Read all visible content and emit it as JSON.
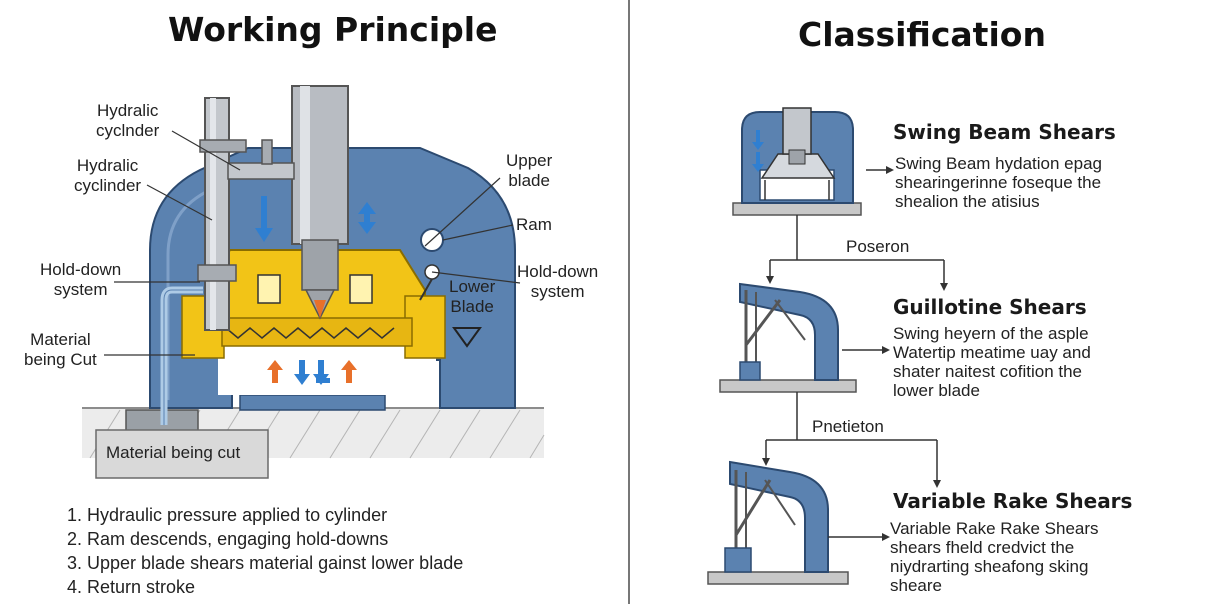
{
  "left": {
    "title": "Working Principle",
    "labels": {
      "cyl1": "Hydralic\ncyclnder",
      "cyl2": "Hydralic\ncyclinder",
      "holddown_left": "Hold-down\nsystem",
      "material_left": "Material\nbeing Cut",
      "upper_blade": "Upper\nblade",
      "ram": "Ram",
      "lower_blade": "Lower\nBlade",
      "holddown_right": "Hold-down\nsystem",
      "material_bottom": "Material being cut"
    },
    "steps": [
      "1. Hydraulic pressure applied to cylinder",
      "2. Ram descends, engaging hold-downs",
      "3. Upper blade shears material gainst lower blade",
      "4. Return stroke"
    ]
  },
  "right": {
    "title": "Classification",
    "sections": [
      {
        "name": "Swing Beam Shears",
        "desc": "Swing Beam hydation epag\nshearingerinne foseque the\nshealion the atisius"
      },
      {
        "name": "Guillotine Shears",
        "desc": "Swing heyern of the asple\nWatertip meatime uay and\nshater naitest cofition the\nlower blade"
      },
      {
        "name": "Variable Rake Shears",
        "desc": "Variable Rake Rake Shears\nshears fheld credvict the\nniydrarting sheafong sking\nsheare"
      }
    ],
    "branches": [
      "Poseron",
      "Pnetieton"
    ]
  },
  "colors": {
    "frame_blue": "#5b82b0",
    "yellow": "#f2c417",
    "steel": "#b8bcc2",
    "arrow_blue": "#2f7fd1",
    "arrow_orange": "#e8702a"
  }
}
